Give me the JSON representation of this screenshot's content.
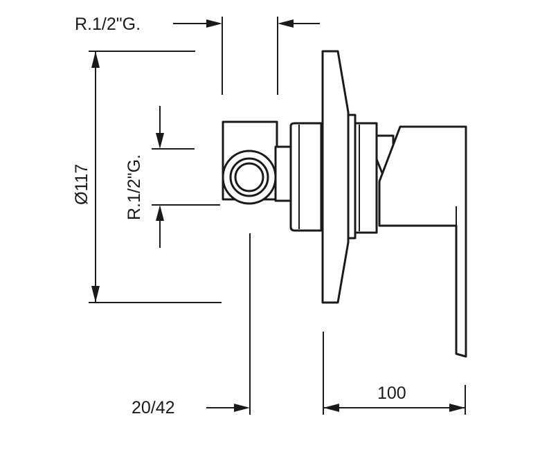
{
  "drawing": {
    "labels": {
      "top_thread": "R.1/2\"G.",
      "side_thread": "R.1/2\"G.",
      "diameter": "Ø117",
      "depth_range": "20/42",
      "projection": "100"
    }
  }
}
